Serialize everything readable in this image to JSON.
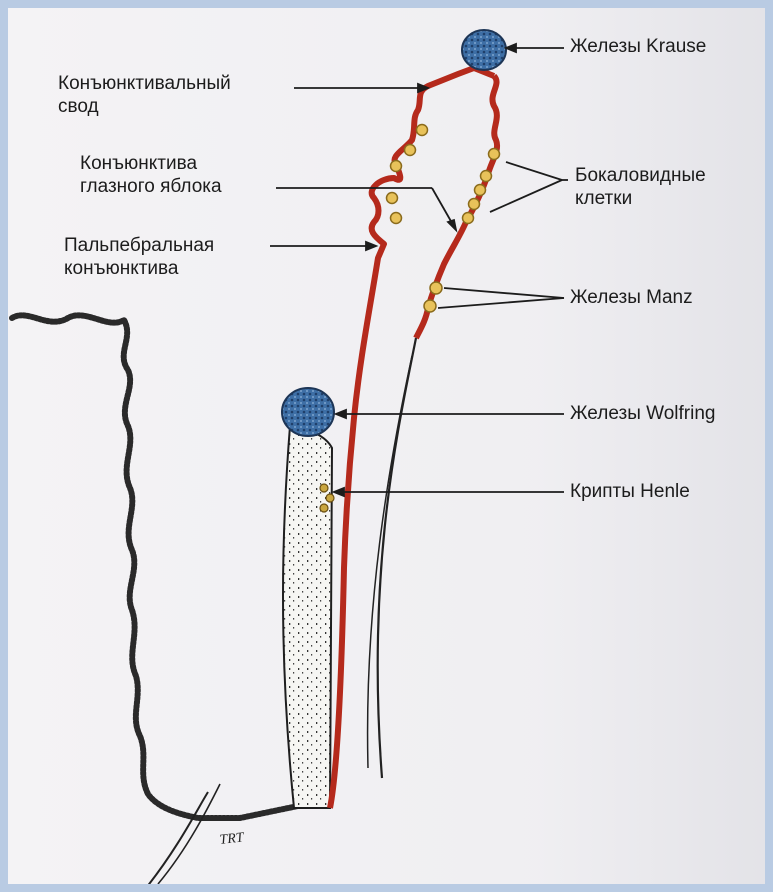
{
  "colors": {
    "conjunctiva": "#b52a1c",
    "gland_blue": "#3e6fa6",
    "goblet_fill": "#e8c25a",
    "tissue": "#222222",
    "background_frame": "#b9cbe3"
  },
  "labels": {
    "krause": "Железы Krause",
    "fornix": "Конъюнктивальный\nсвод",
    "bulbar": "Конъюнктива\nглазного яблока",
    "palpebral": "Пальпебральная\nконъюнктива",
    "goblet": "Бокаловидные\nклетки",
    "manz": "Железы Manz",
    "wolfring": "Железы Wolfring",
    "henle": "Крипты Henle",
    "signature": "TRT"
  }
}
